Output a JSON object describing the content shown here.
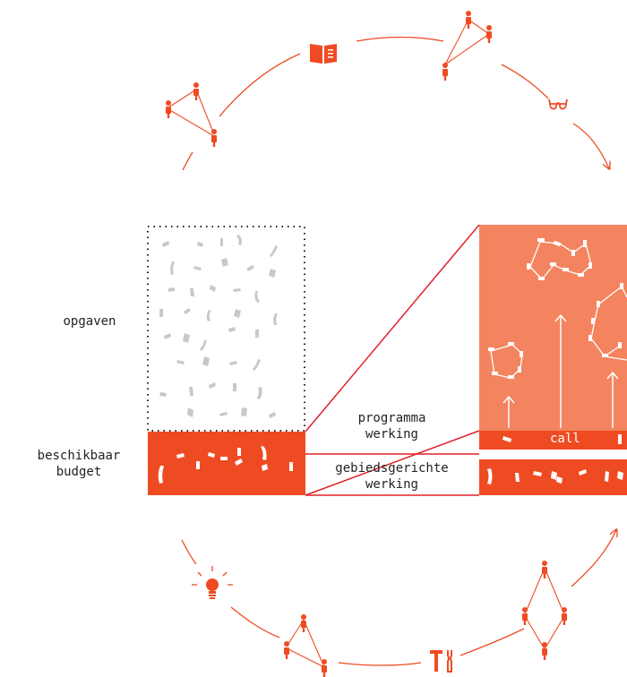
{
  "labels": {
    "opgaven": "opgaven",
    "budget_line1": "beschikbaar",
    "budget_line2": "budget",
    "programma_line1": "programma",
    "programma_line2": "werking",
    "gebied_line1": "gebiedsgerichte",
    "gebied_line2": "werking",
    "call": "call"
  },
  "colors": {
    "primary": "#EF4B23",
    "light": "#F3845F",
    "gray": "#C8C8C8",
    "line": "#E0222A"
  },
  "icons": [
    "person-icon",
    "book-icon",
    "glasses-icon",
    "lightbulb-icon",
    "tools-icon",
    "arrow-icon"
  ]
}
